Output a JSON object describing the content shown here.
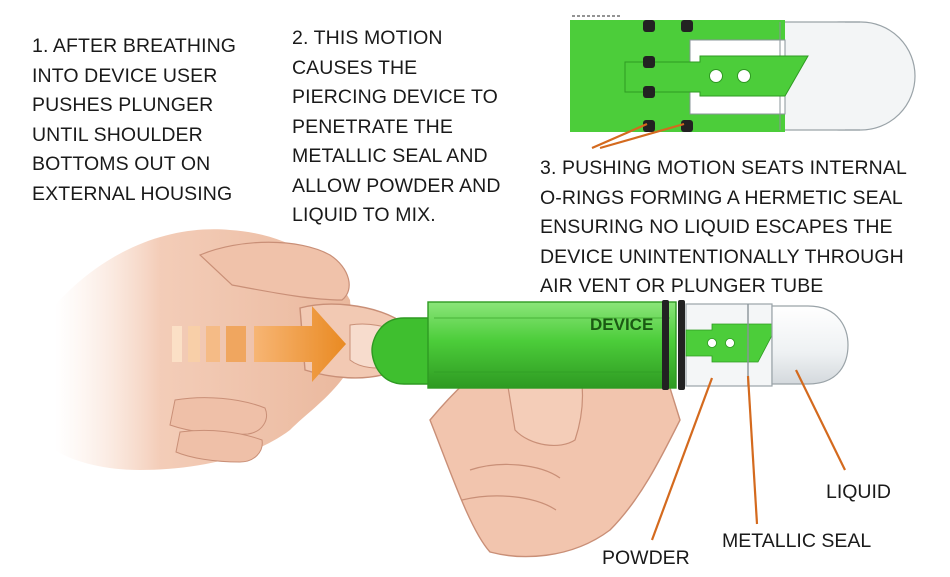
{
  "diagram": {
    "steps": [
      {
        "id": "step1",
        "lines": [
          "1. AFTER BREATHING",
          "INTO DEVICE USER",
          "PUSHES PLUNGER",
          "UNTIL SHOULDER",
          "BOTTOMS OUT ON",
          "EXTERNAL HOUSING"
        ]
      },
      {
        "id": "step2",
        "lines": [
          "2. THIS MOTION",
          "CAUSES THE",
          "PIERCING DEVICE TO",
          "PENETRATE THE",
          "METALLIC SEAL AND",
          "ALLOW POWDER AND",
          "LIQUID TO MIX."
        ]
      },
      {
        "id": "step3",
        "lines": [
          "3. PUSHING MOTION SEATS INTERNAL",
          "O-RINGS FORMING A HERMETIC SEAL",
          "ENSURING NO LIQUID ESCAPES THE",
          "DEVICE UNINTENTIONALLY THROUGH",
          "AIR VENT OR PLUNGER TUBE"
        ]
      }
    ],
    "callouts": {
      "liquid": "LIQUID",
      "metallic_seal": "METALLIC SEAL",
      "powder": "POWDER"
    },
    "device_label": "DEVICE",
    "colors": {
      "device_green": "#4ccd3a",
      "device_green_dark": "#2e9a22",
      "leader_orange": "#d46a1e",
      "skin": "#eec3ac",
      "skin_shadow": "#c98f77",
      "oring": "#222222",
      "clear_cap": "#e8ecef"
    }
  }
}
